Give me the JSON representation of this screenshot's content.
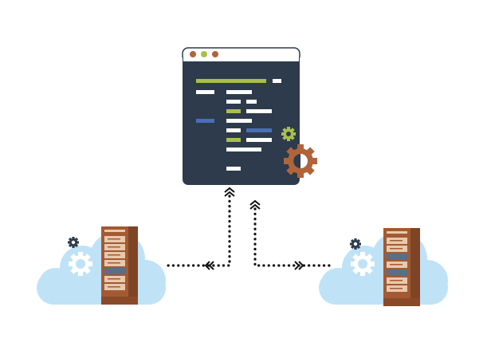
{
  "diagram": {
    "kind": "code-window-connected-to-two-cloud-servers",
    "code_window": {
      "titlebar_dots": [
        "#b0643a",
        "#a9bf4b",
        "#b0643a"
      ],
      "background": "#2d3b4c",
      "gears": [
        "gear-icon-green-small",
        "gear-icon-orange-large"
      ]
    },
    "connections": [
      {
        "from": "left-cloud-server",
        "to": "code-window",
        "style": "dotted",
        "arrows": [
          "left-double-chevron",
          "up-double-chevron"
        ]
      },
      {
        "from": "code-window",
        "to": "right-cloud-server",
        "style": "dotted",
        "arrows": [
          "up-double-chevron",
          "right-double-chevron"
        ]
      }
    ],
    "nodes": [
      "code-window",
      "left-cloud-server",
      "right-cloud-server"
    ],
    "colors": {
      "window_dark": "#2d3b4c",
      "code_green": "#a9bf4b",
      "code_blue": "#4a6fb5",
      "code_white": "#ffffff",
      "gear_orange": "#b0643a",
      "cloud_blue": "#bfe2f6",
      "server_brown": "#a35a33",
      "server_panel": "#e7c9ae",
      "connector_dots": "#111111"
    }
  }
}
